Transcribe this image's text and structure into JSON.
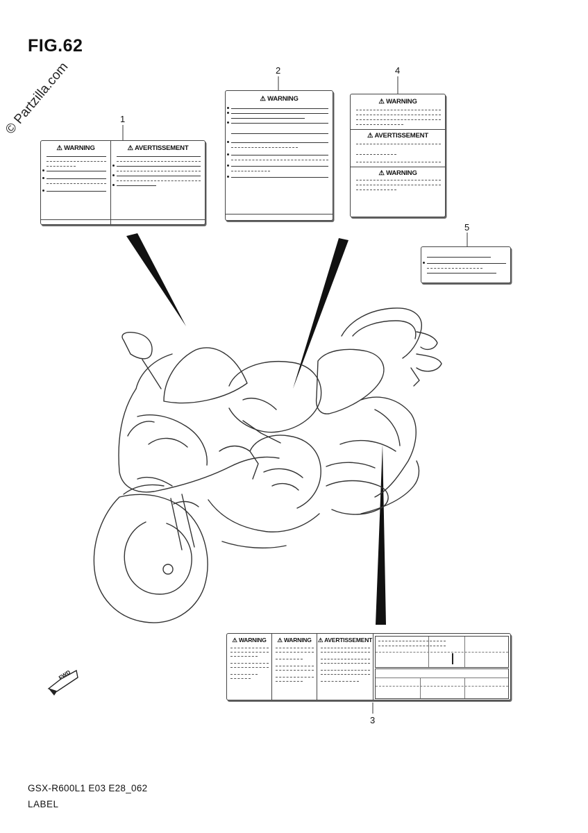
{
  "figure": {
    "title": "FIG.62"
  },
  "watermark": {
    "text": "© Partzilla.com"
  },
  "labels": [
    {
      "number": "1",
      "headings": [
        "WARNING",
        "AVERTISSEMENT"
      ]
    },
    {
      "number": "2",
      "headings": [
        "WARNING"
      ]
    },
    {
      "number": "3",
      "headings": [
        "WARNING",
        "WARNING",
        "AVERTISSEMENT"
      ]
    },
    {
      "number": "4",
      "headings": [
        "WARNING",
        "AVERTISSEMENT",
        "WARNING"
      ]
    },
    {
      "number": "5",
      "headings": []
    }
  ],
  "direction_arrow": {
    "text": "FWD"
  },
  "footer": {
    "model_code": "GSX-R600L1 E03 E28_062",
    "section_name": "LABEL"
  },
  "icons": {
    "warning": "warning-triangle-icon",
    "forward": "fwd-arrow-icon"
  }
}
